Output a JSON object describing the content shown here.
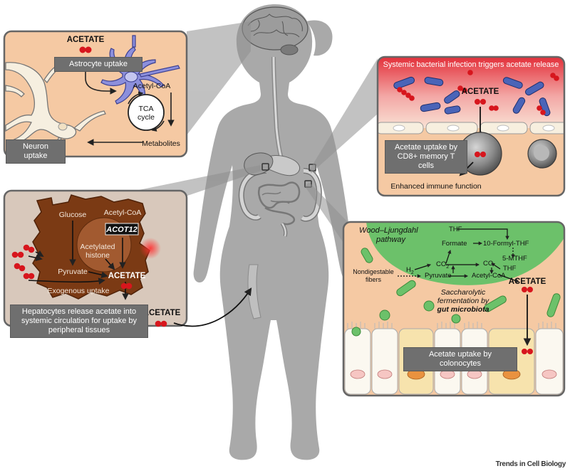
{
  "brain_panel": {
    "acetate": "ACETATE",
    "astrocyte_uptake": "Astrocyte uptake",
    "acetyl_coa": "Acetyl-CoA",
    "tca_line1": "TCA",
    "tca_line2": "cycle",
    "metabolites": "Metabolites",
    "neuron_uptake": "Neuron uptake"
  },
  "immune_panel": {
    "banner": "Systemic bacterial infection triggers acetate release",
    "acetate": "ACETATE",
    "uptake_line1": "Acetate uptake by",
    "uptake_line2": "CD8+ memory T cells",
    "enhanced": "Enhanced immune function"
  },
  "liver_panel": {
    "glucose": "Glucose",
    "acetyl_coa": "Acetyl-CoA",
    "acot12": "ACOT12",
    "acetylated_line1": "Acetylated",
    "acetylated_line2": "histone",
    "pyruvate": "Pyruvate",
    "acetate": "ACETATE",
    "exogenous": "Exogenous uptake",
    "release_line1": "Hepatocytes release acetate into",
    "release_line2": "systemic circulation for uptake by",
    "release_line3": "peripheral tissues",
    "acetate_out": "ACETATE"
  },
  "gut_panel": {
    "wood_line1": "Wood–Ljungdahl",
    "wood_line2": "pathway",
    "thf_top": "THF",
    "formate": "Formate",
    "formyl_thf": "10-Formyl-THF",
    "h2": "H",
    "h2_sub": "2",
    "co2": "CO",
    "co2_sub": "2",
    "co": "CO",
    "methf": "5-MTHF",
    "thf_bottom": "THF",
    "nondigestable_line1": "Nondigestable",
    "nondigestable_line2": "fibers",
    "pyruvate": "Pyruvate",
    "acetyl_coa": "Acetyl-CoA",
    "acetate": "ACETATE",
    "sacch_line1": "Saccharolytic",
    "sacch_line2": "fermentation by",
    "sacch_line3": "gut microbiota",
    "colonocytes": "Acetate uptake by colonocytes"
  },
  "credit": "Trends in Cell Biology",
  "colors": {
    "panel_fill": "#f5c9a3",
    "panel_border": "#666666",
    "body_gray": "#a9a9a9",
    "acetate_red": "#d7161d",
    "bacteria_blue": "#4a64b8",
    "gut_green": "#6cc16a",
    "liver_brown": "#7b3a14",
    "neuron_fill": "#f6efe0",
    "astrocyte_purple": "#8c8fdc"
  }
}
